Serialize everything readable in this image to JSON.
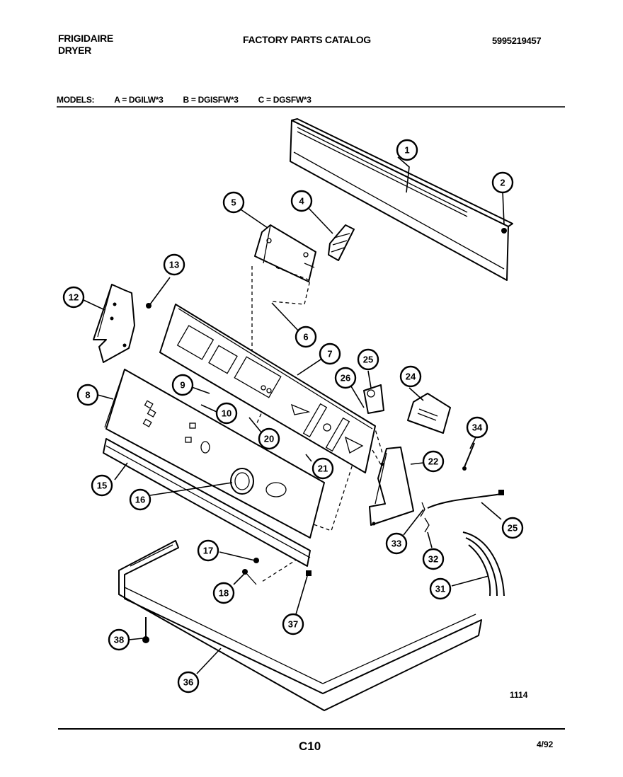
{
  "header": {
    "brand_line1": "FRIGIDAIRE",
    "brand_line2": "DRYER",
    "title": "FACTORY PARTS CATALOG",
    "catalog_number": "5995219457"
  },
  "models": {
    "label": "MODELS:",
    "a": "A = DGILW*3",
    "b": "B = DGISFW*3",
    "c": "C = DGSFW*3"
  },
  "diagram": {
    "figure_number": "1114",
    "callouts": [
      "1",
      "2",
      "4",
      "5",
      "6",
      "7",
      "8",
      "9",
      "10",
      "12",
      "13",
      "15",
      "16",
      "17",
      "18",
      "20",
      "21",
      "22",
      "24",
      "25",
      "26",
      "31",
      "32",
      "33",
      "34",
      "25",
      "36",
      "37",
      "38"
    ]
  },
  "footer": {
    "page": "C10",
    "date": "4/92"
  }
}
